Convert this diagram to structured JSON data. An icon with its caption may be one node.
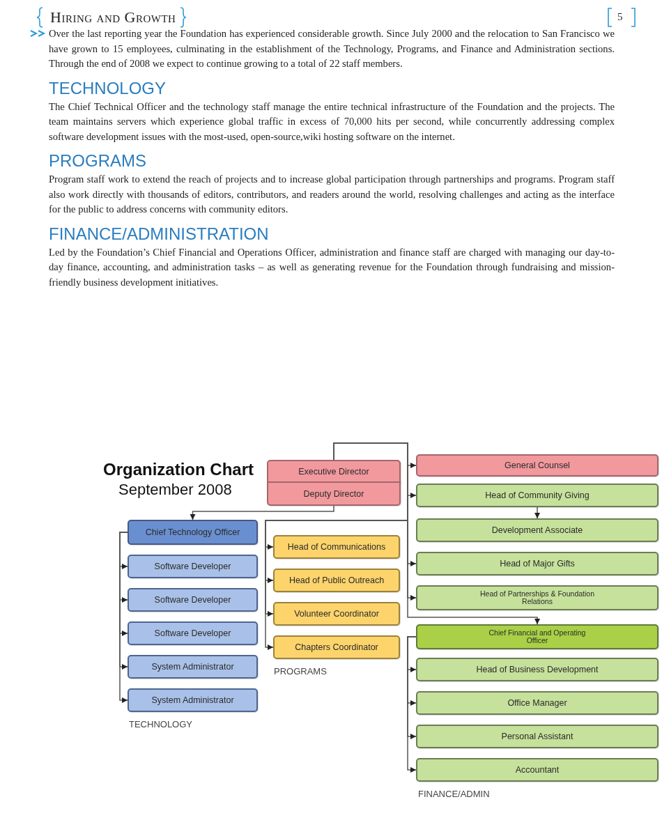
{
  "diagram": {
    "title": "Hiring and Growth",
    "nodes": [
      {
        "text": [
          "Executive Director"
        ]
      },
      {
        "text": [
          "Deputy Director"
        ]
      },
      {
        "text": [
          "General Counsel"
        ]
      },
      {
        "text": [
          "Head of Community Giving"
        ]
      },
      {
        "text": [
          "Development Associate"
        ]
      },
      {
        "text": [
          "Chief Technology Officer"
        ]
      },
      {
        "text": [
          "Software Developer"
        ]
      },
      {
        "text": [
          "Software Developer"
        ]
      },
      {
        "text": [
          "Software Developer"
        ]
      },
      {
        "text": [
          "System Administrator"
        ]
      },
      {
        "text": [
          "System Administrator"
        ]
      },
      {
        "text": [
          "Head of Communications"
        ]
      },
      {
        "text": [
          "Head of Public Outreach"
        ]
      },
      {
        "text": [
          "Volunteer Coordinator"
        ]
      },
      {
        "text": [
          "Chapters Coordinator"
        ]
      },
      {
        "text": [
          "Head of Major Gifts"
        ]
      },
      {
        "text": [
          "Head of Partnerships & Foundation Relations"
        ]
      },
      {
        "text": [
          "Chief Financial and Operating Officer"
        ]
      },
      {
        "text": [
          "Head of Business Development"
        ]
      },
      {
        "text": [
          "Office Manager"
        ]
      },
      {
        "text": [
          "Personal Assistant"
        ]
      },
      {
        "text": [
          "Accountant"
        ]
      }
    ],
    "edges": [
      {
        "from": 0,
        "to": 2,
        "arrow": "to"
      },
      {
        "from": 0,
        "to": 3,
        "arrow": "to"
      },
      {
        "from": 0,
        "to": 11,
        "arrow": "to"
      },
      {
        "from": 0,
        "to": 12,
        "arrow": "to"
      },
      {
        "from": 0,
        "to": 13,
        "arrow": "to"
      },
      {
        "from": 0,
        "to": 14,
        "arrow": "to"
      },
      {
        "from": 0,
        "to": 15,
        "arrow": "to"
      },
      {
        "from": 0,
        "to": 16,
        "arrow": "to"
      },
      {
        "from": 0,
        "to": 17,
        "arrow": "to"
      },
      {
        "from": 3,
        "to": 4,
        "arrow": "to"
      },
      {
        "from": 1,
        "to": 5,
        "arrow": "to"
      },
      {
        "from": 5,
        "to": 6,
        "arrow": "to"
      },
      {
        "from": 5,
        "to": 7,
        "arrow": "to"
      },
      {
        "from": 5,
        "to": 8,
        "arrow": "to"
      },
      {
        "from": 5,
        "to": 9,
        "arrow": "to"
      },
      {
        "from": 5,
        "to": 10,
        "arrow": "to"
      },
      {
        "from": 17,
        "to": 18,
        "arrow": "to"
      },
      {
        "from": 17,
        "to": 19,
        "arrow": "to"
      },
      {
        "from": 17,
        "to": 20,
        "arrow": "to"
      },
      {
        "from": 17,
        "to": 21,
        "arrow": "to"
      }
    ],
    "labels": [
      "5",
      "Over the last reporting year the Foundation has experienced considerable growth. Since July 2000 and the relocation to San Francisco we have grown to 15 employees, culminating in the establishment of the Technology, Programs, and Finance and Administration sections. Through the end of 2008 we expect to continue growing to a total of 22 staff members.",
      "TECHNOLOGY",
      "The Chief Technical Officer and the technology staff manage the entire technical infrastructure of the Foundation and the projects. The team maintains servers which experience global traffic in excess of 70,000 hits per second, while concurrently addressing complex software development issues with the most-used, open-source,wiki hosting software on the internet.",
      "PROGRAMS",
      "Program staff work to extend the reach of projects and to increase global participation through partnerships and programs. Program staff also work directly with thousands of editors, contributors, and readers around the world, resolving challenges and acting as the interface for the public to address concerns with community editors.",
      "FINANCE/ADMINISTRATION",
      "Led by the Foundation’s Chief Financial and Operations Officer, administration and finance staff are charged with managing our day-to-day finance, accounting, and administration tasks – as well as generating revenue for the Foundation through fundraising and mission-friendly business development initiatives.",
      "Organization Chart",
      "September 2008",
      "PROGRAMS",
      "TECHNOLOGY",
      "FINANCE/ADMIN"
    ]
  }
}
